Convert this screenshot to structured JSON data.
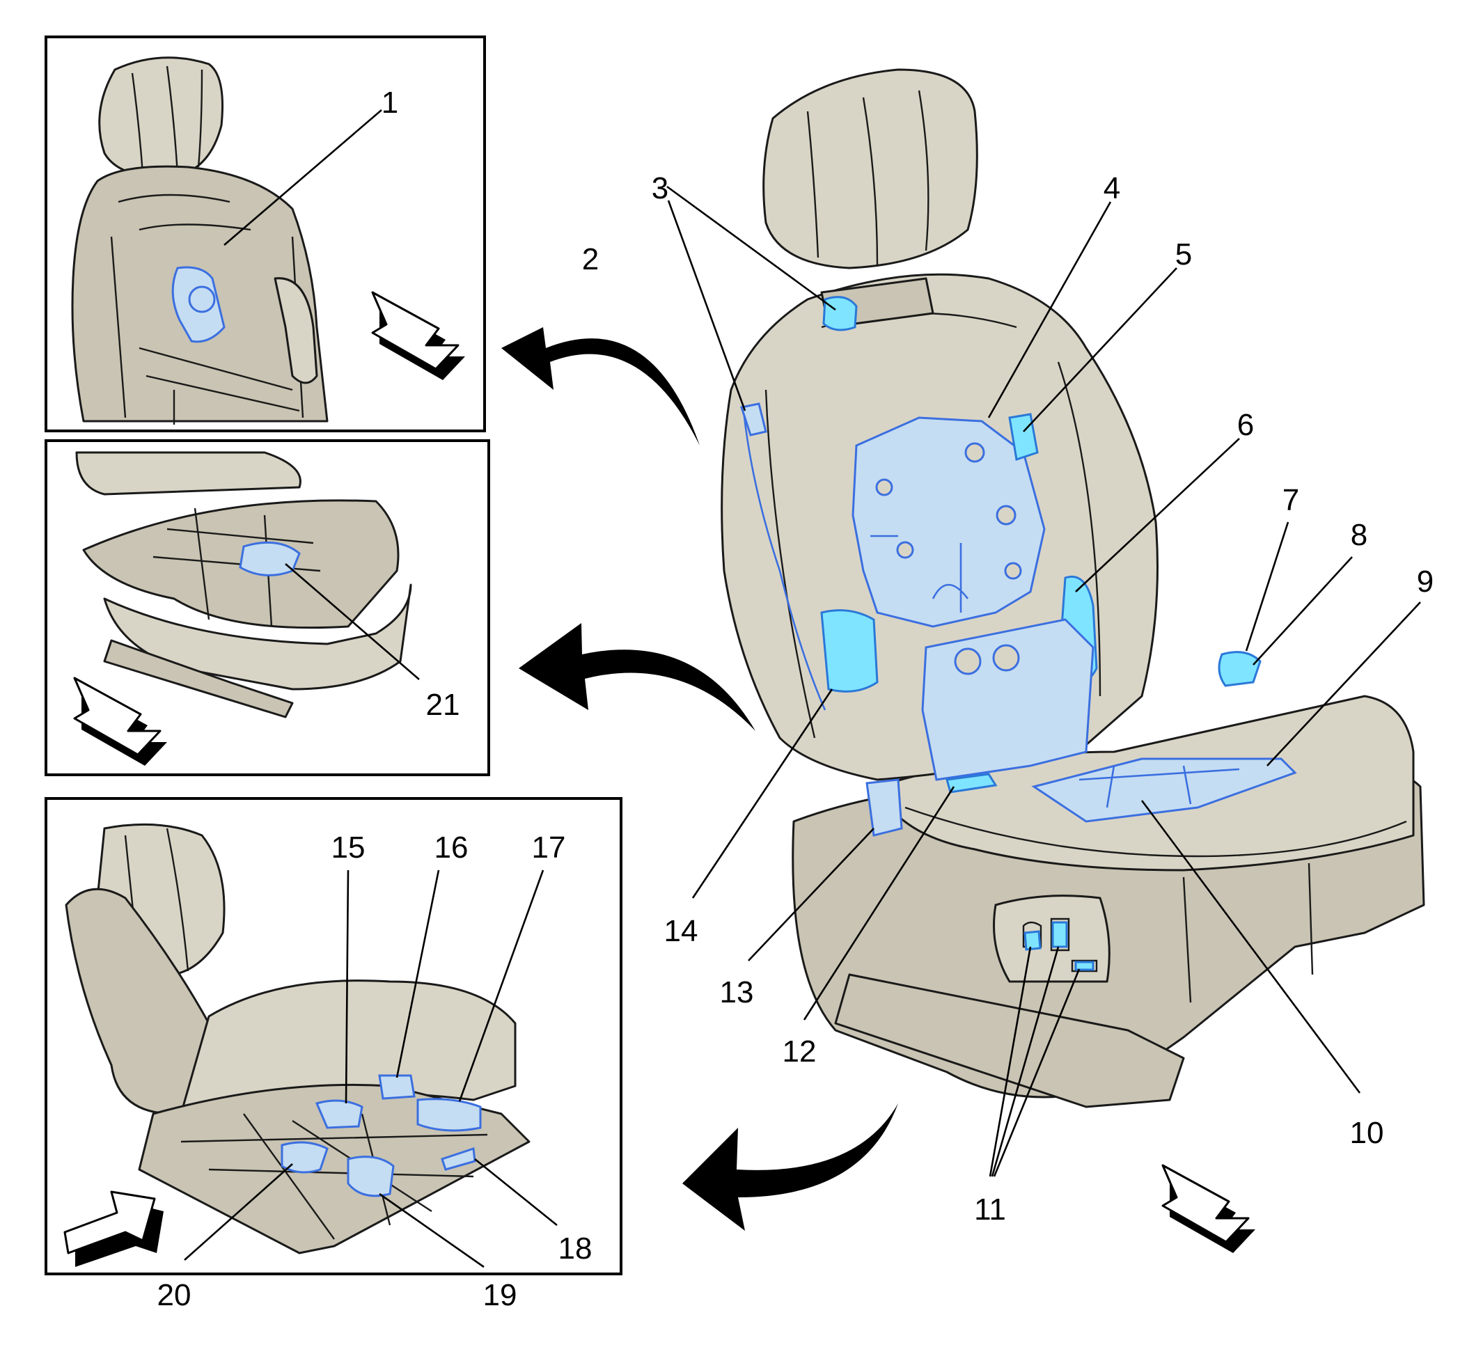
{
  "callouts": [
    {
      "id": "1",
      "text": "1"
    },
    {
      "id": "2",
      "text": "2"
    },
    {
      "id": "3",
      "text": "3"
    },
    {
      "id": "4",
      "text": "4"
    },
    {
      "id": "5",
      "text": "5"
    },
    {
      "id": "6",
      "text": "6"
    },
    {
      "id": "7",
      "text": "7"
    },
    {
      "id": "8",
      "text": "8"
    },
    {
      "id": "9",
      "text": "9"
    },
    {
      "id": "10",
      "text": "10"
    },
    {
      "id": "11",
      "text": "11"
    },
    {
      "id": "12",
      "text": "12"
    },
    {
      "id": "13",
      "text": "13"
    },
    {
      "id": "14",
      "text": "14"
    },
    {
      "id": "15",
      "text": "15"
    },
    {
      "id": "16",
      "text": "16"
    },
    {
      "id": "17",
      "text": "17"
    },
    {
      "id": "18",
      "text": "18"
    },
    {
      "id": "19",
      "text": "19"
    },
    {
      "id": "20",
      "text": "20"
    },
    {
      "id": "21",
      "text": "21"
    }
  ],
  "colors": {
    "seat_fill": "#d9d5c6",
    "component_highlight": "#7fe4ff",
    "component_outline": "#3b6fe0",
    "line": "#000000"
  },
  "icons": [
    "forward-direction-arrow-icon",
    "view-reference-curved-arrow-icon"
  ]
}
